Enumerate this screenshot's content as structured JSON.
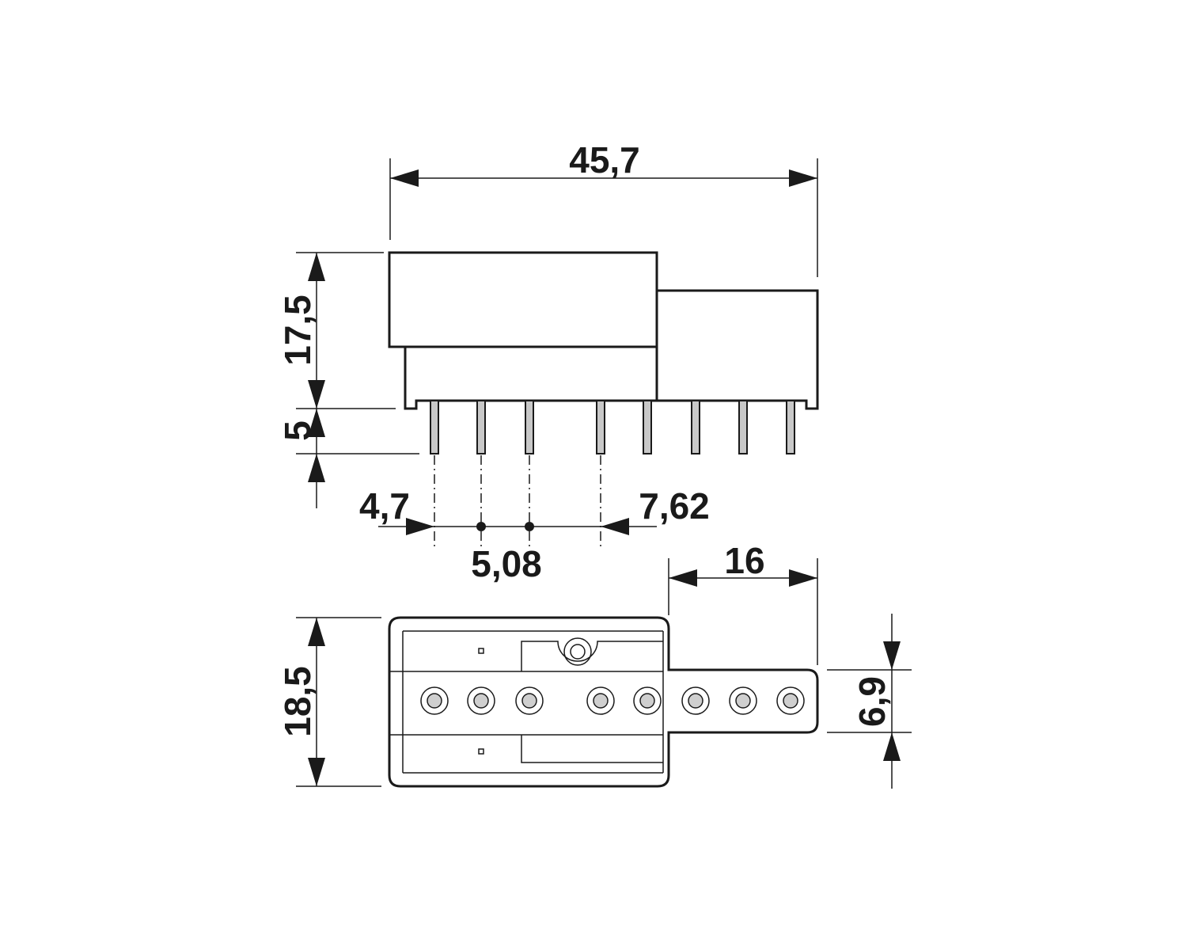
{
  "dimensions": {
    "overall_length": "45,7",
    "height_body": "17,5",
    "pin_length": "5",
    "pin_offset": "4,7",
    "pin_pitch": "5,08",
    "pin_gap": "7,62",
    "tab_length": "16",
    "width": "18,5",
    "tab_width": "6,9"
  }
}
